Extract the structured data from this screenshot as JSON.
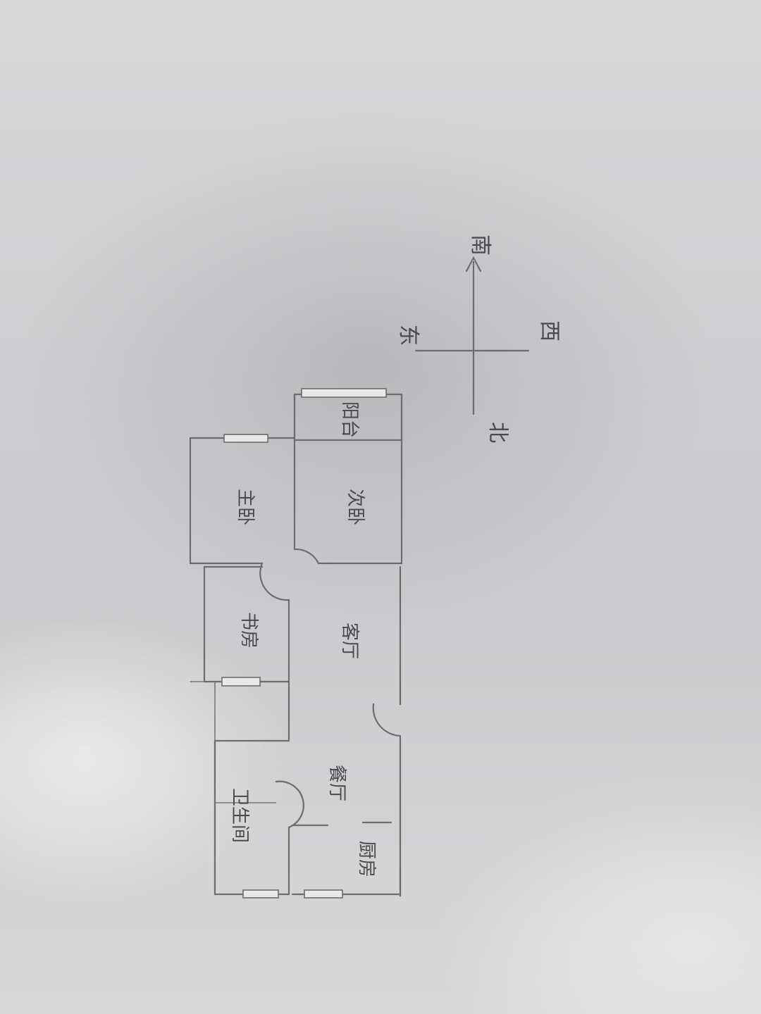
{
  "floor_plan": {
    "rooms": {
      "master_bedroom": "主卧",
      "second_bedroom": "次卧",
      "balcony": "阳台",
      "study": "书房",
      "living_room": "客厅",
      "dining_room": "餐厅",
      "bathroom": "卫生间",
      "kitchen": "厨房"
    }
  },
  "compass": {
    "south": "南",
    "north": "北",
    "east": "东",
    "west": "西"
  },
  "colors": {
    "pencil": "#6d6d70",
    "paper": "#d2d2d4"
  }
}
